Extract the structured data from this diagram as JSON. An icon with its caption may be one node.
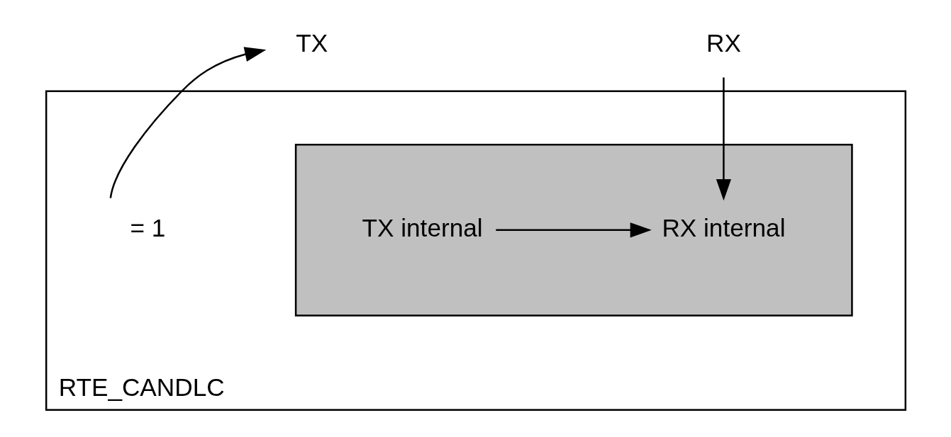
{
  "diagram": {
    "nodes": [
      {
        "text": [
          "RTE_CANDLC"
        ]
      },
      {
        "text": [],
        "shape": "box",
        "in": 0
      },
      {
        "text": [
          "TX"
        ]
      },
      {
        "text": [
          "RX"
        ]
      },
      {
        "text": [
          "TX internal"
        ],
        "in": 1
      },
      {
        "text": [
          "RX internal"
        ],
        "in": 1
      },
      {
        "text": [
          "= 1"
        ],
        "in": 0
      }
    ],
    "edges": [
      {
        "from": 6,
        "to": 2,
        "arrow": "to"
      },
      {
        "from": 3,
        "to": 5,
        "arrow": "to"
      },
      {
        "from": 4,
        "to": 5,
        "arrow": "to"
      }
    ]
  }
}
